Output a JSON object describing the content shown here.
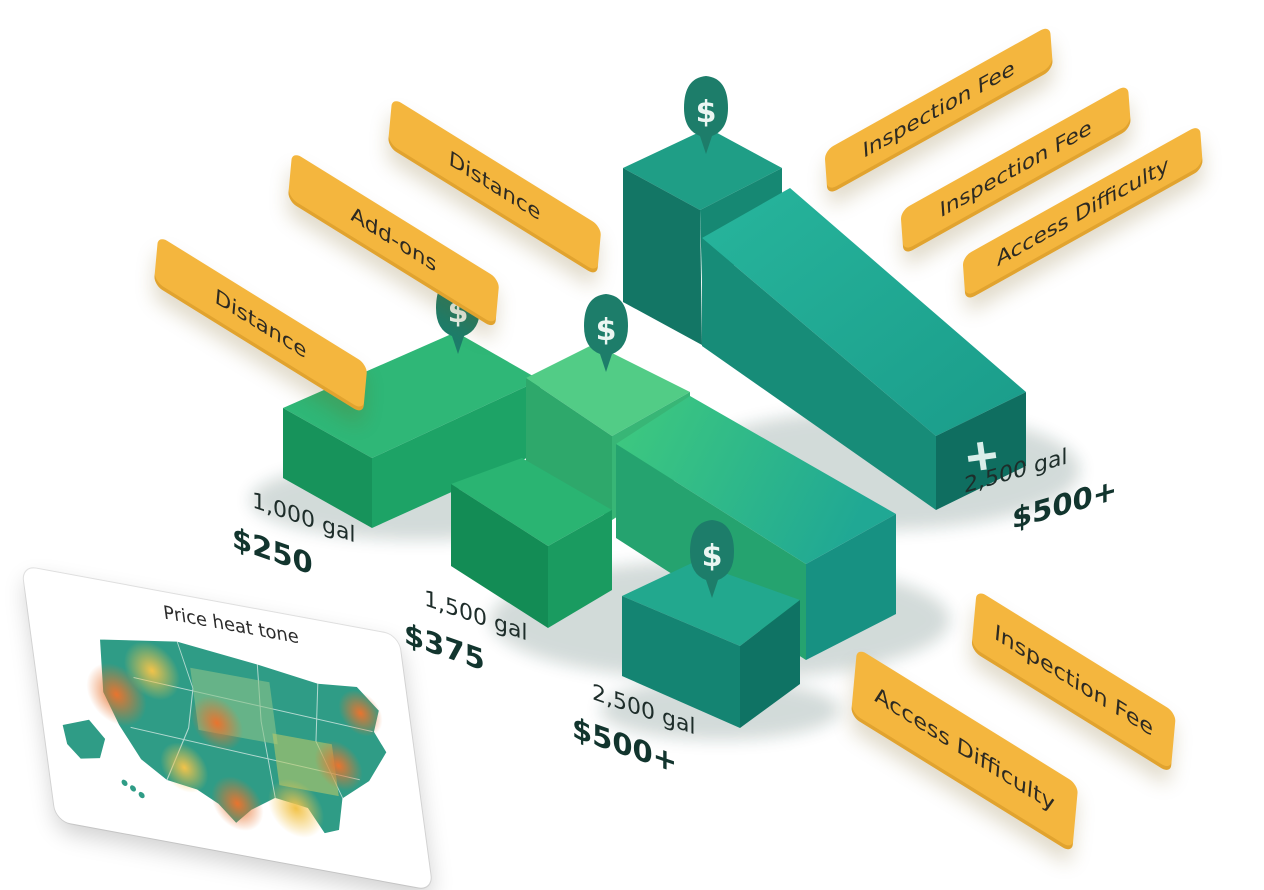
{
  "colors": {
    "tag": "#f4b63e",
    "green_light": "#3fbf7a",
    "green": "#1fa468",
    "teal": "#1f9a8a",
    "teal_dark": "#137a6f",
    "pin": "#1d7d6a"
  },
  "factor_tags": {
    "distance_top": "Distance",
    "add_ons": "Add-ons",
    "distance_left": "Distance",
    "inspection_fee_1": "Inspection Fee",
    "inspection_fee_2": "Inspection Fee",
    "access_difficulty_1": "Access Difficulty",
    "inspection_fee_3": "Inspection Fee",
    "access_difficulty_2": "Access Difficulty"
  },
  "tiers": [
    {
      "volume": "1,000 gal",
      "price": "$250"
    },
    {
      "volume": "1,500 gal",
      "price": "$375"
    },
    {
      "volume": "2,500 gal",
      "price": "$500+"
    },
    {
      "volume": "2,500 gal",
      "price": "$500+"
    }
  ],
  "icons": {
    "pin": "dollar-pin-icon",
    "plus": "plus-icon"
  },
  "map": {
    "title": "Price heat tone"
  }
}
